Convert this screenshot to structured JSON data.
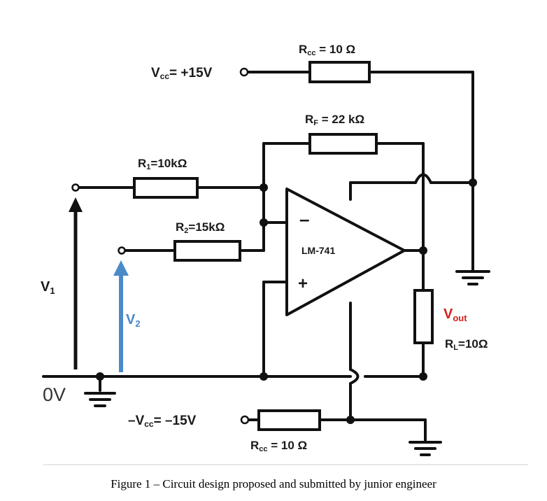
{
  "labels": {
    "rcc_top": "R",
    "rcc_top_sub": "cc",
    "rcc_top_val": " = 10 Ω",
    "vcc_pos": "V",
    "vcc_pos_sub": "cc",
    "vcc_pos_val": "= +15V",
    "rf": "R",
    "rf_sub": "F",
    "rf_val": " = 22 kΩ",
    "r1": "R",
    "r1_sub": "1",
    "r1_val": "=10kΩ",
    "r2": "R",
    "r2_sub": "2",
    "r2_val": "=15kΩ",
    "minus": "–",
    "plus": "+",
    "opamp": "LM-741",
    "v1": "V",
    "v1_sub": "1",
    "v2": "V",
    "v2_sub": "2",
    "vout": "V",
    "vout_sub": "out",
    "rl": "R",
    "rl_sub": "L",
    "rl_val": "=10Ω",
    "zero_v": "0V",
    "vcc_neg": "–V",
    "vcc_neg_sub": "cc",
    "vcc_neg_val": "= –15V",
    "rcc_bot": "R",
    "rcc_bot_sub": "cc",
    "rcc_bot_val": " = 10 Ω"
  },
  "caption": "Figure 1 – Circuit design proposed and submitted by junior engineer",
  "colors": {
    "wire": "#111111",
    "v2_arrow": "#4a8ac8",
    "v2_label": "#4a8ac8",
    "vout_label": "#d21e1e"
  }
}
